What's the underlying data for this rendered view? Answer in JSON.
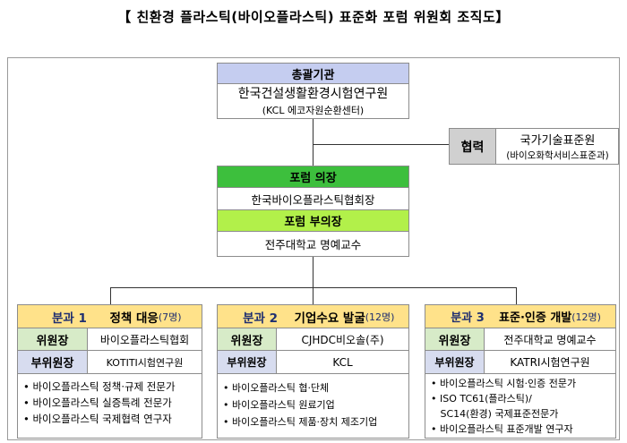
{
  "title": "【 친환경 플라스틱(바이오플라스틱) 표준화 포럼 위원회 조직도】",
  "colors": {
    "header_blue": "#c5cdf0",
    "chair_green": "#3dbf3d",
    "vice_chair_lime": "#b2f04a",
    "division_yellow": "#ffe28a",
    "role_green": "#d7ebc8",
    "role_blue": "#d7dcef",
    "coop_gray": "#d0d0d0"
  },
  "lead": {
    "header": "총괄기관",
    "name": "한국건설생활환경시험연구원",
    "sub": "(KCL 에코자원순환센터)"
  },
  "coop": {
    "label": "협력",
    "name": "국가기술표준원",
    "sub": "(바이오화학서비스표준과)"
  },
  "chair": {
    "header": "포럼 의장",
    "name": "한국바이오플라스틱협회장"
  },
  "vice_chair": {
    "header": "포럼 부의장",
    "name": "전주대학교 명예교수"
  },
  "divisions": [
    {
      "num": "분과 1",
      "name": "정책 대응",
      "count": "(7명)",
      "chair_label": "위원장",
      "chair": "바이오플라스틱협회",
      "vice_label": "부위원장",
      "vice": "KOTITI시험연구원",
      "members": [
        "• 바이오플라스틱 정책·규제 전문가",
        "• 바이오플라스틱 실증특례 전문가",
        "• 바이오플라스틱 국제협력 연구자"
      ]
    },
    {
      "num": "분과 2",
      "name": "기업수요 발굴",
      "count": "(12명)",
      "chair_label": "위원장",
      "chair": "CJHDC비오솔(주)",
      "vice_label": "부위원장",
      "vice": "KCL",
      "members": [
        "• 바이오플라스틱 협·단체",
        "• 바이오플라스틱 원료기업",
        "• 바이오플라스틱 제품·장치 제조기업"
      ]
    },
    {
      "num": "분과 3",
      "name": "표준·인증 개발",
      "count": "(12명)",
      "chair_label": "위원장",
      "chair": "전주대학교 명예교수",
      "vice_label": "부위원장",
      "vice": "KATRI시험연구원",
      "members": [
        "• 바이오플라스틱 시험·인증 전문가",
        "• ISO TC61(플라스틱)/",
        "   SC14(환경) 국제표준전문가",
        "• 바이오플라스틱 표준개발 연구자"
      ]
    }
  ]
}
